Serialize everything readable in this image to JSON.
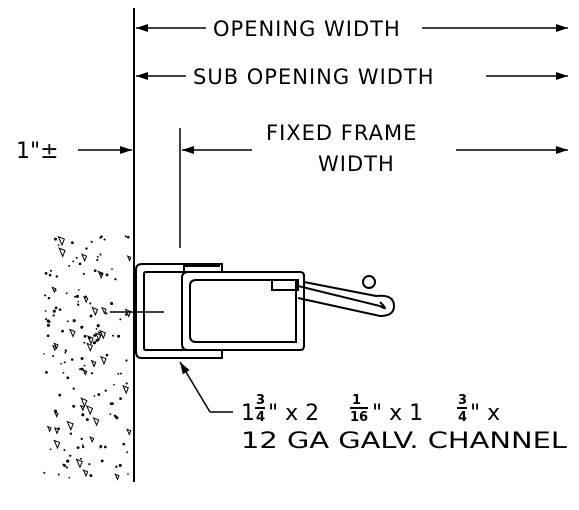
{
  "dimensions": {
    "opening_width": "OPENING WIDTH",
    "sub_opening_width": "SUB OPENING WIDTH",
    "offset": "1\"±",
    "fixed_frame_line1": "FIXED FRAME",
    "fixed_frame_line2": "WIDTH"
  },
  "callout": {
    "w1_whole": "1",
    "w1_num": "3",
    "w1_den": "4",
    "sep1": "\" x 2",
    "w2_num": "1",
    "w2_den": "16",
    "sep2": "\" x 1",
    "w3_num": "3",
    "w3_den": "4",
    "sep3": "\" x",
    "line2": "12 GA GALV. CHANNEL"
  },
  "colors": {
    "ink": "#000000",
    "background": "#ffffff"
  }
}
